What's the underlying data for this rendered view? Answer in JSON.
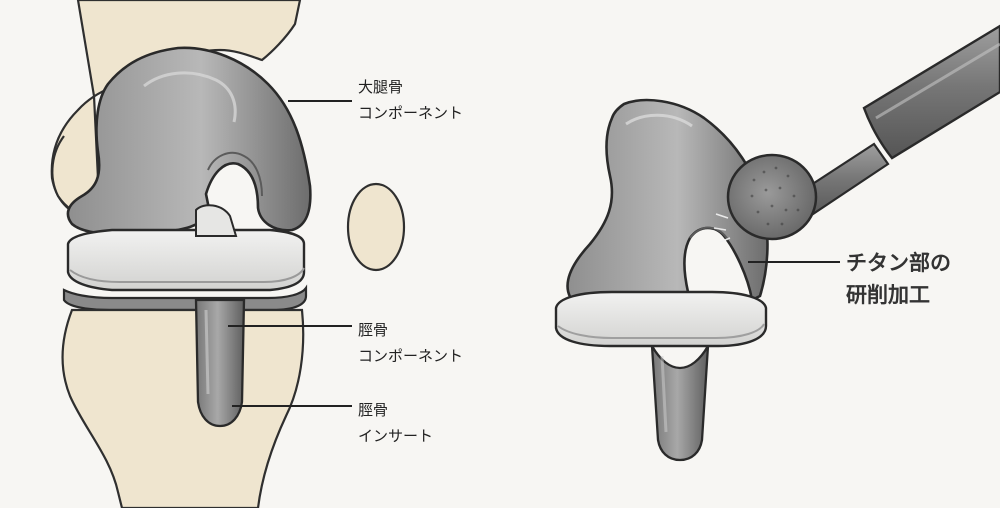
{
  "labels": {
    "femoral_component": {
      "line1": "大腿骨",
      "line2": "コンポーネント"
    },
    "tibial_component": {
      "line1": "脛骨",
      "line2": "コンポーネント"
    },
    "tibial_insert": {
      "line1": "脛骨",
      "line2": "インサート"
    },
    "titanium_grinding": {
      "line1": "チタン部の",
      "line2": "研削加工"
    }
  },
  "colors": {
    "background": "#f7f6f3",
    "bone": "#efe5cf",
    "metal_dark": "#6c6c6c",
    "metal_mid": "#8e8e8e",
    "metal_light": "#b5b5b5",
    "insert": "#e8e8e6",
    "leader_line": "#222222"
  },
  "icons": [
    "bone-icon",
    "knee-implant-icon",
    "grinding-tool-icon"
  ]
}
